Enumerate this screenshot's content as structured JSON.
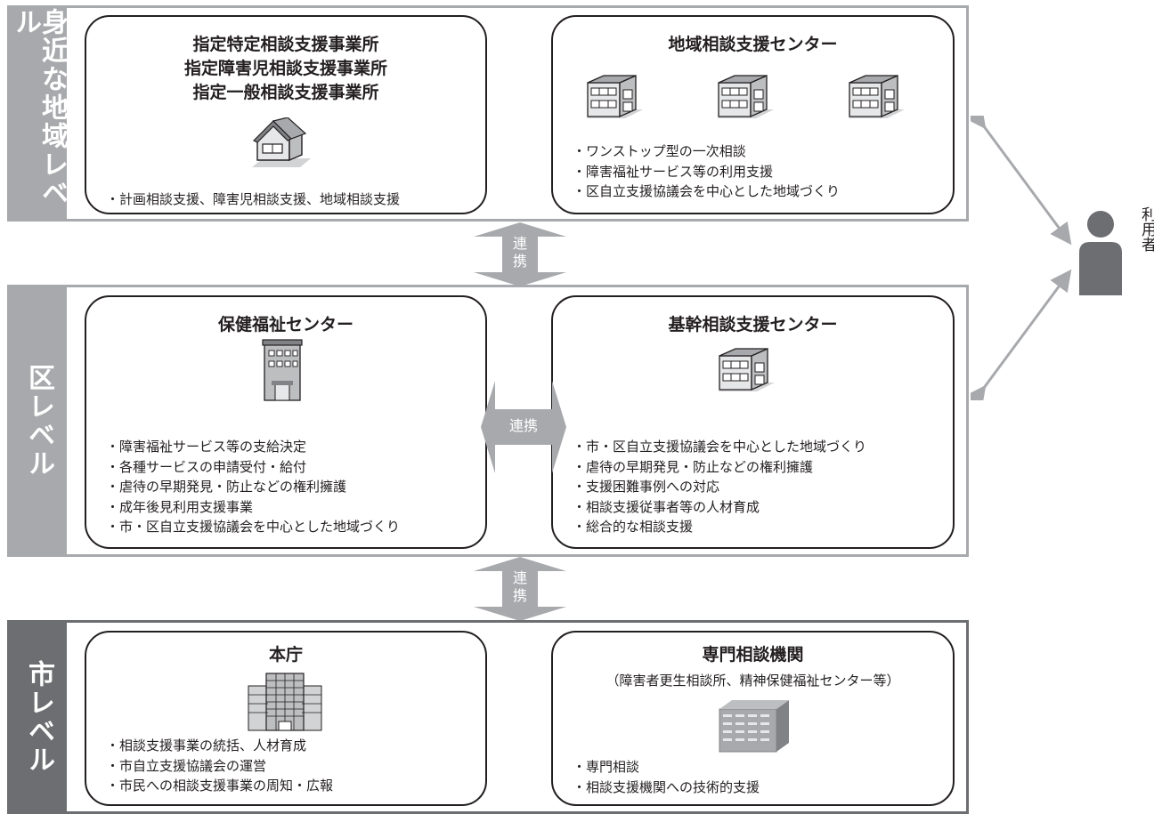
{
  "levels": {
    "local": {
      "tab": "身近な地域レベル",
      "left_box": {
        "titles": [
          "指定特定相談支援事業所",
          "指定障害児相談支援事業所",
          "指定一般相談支援事業所"
        ],
        "items": [
          "計画相談支援、障害児相談支援、地域相談支援"
        ],
        "icon": "house-icon"
      },
      "right_box": {
        "title": "地域相談支援センター",
        "items": [
          "ワンストップ型の一次相談",
          "障害福祉サービス等の利用支援",
          "区自立支援協議会を中心とした地域づくり"
        ],
        "icon": "building-icon"
      }
    },
    "ward": {
      "tab": "区レベル",
      "left_box": {
        "title": "保健福祉センター",
        "items": [
          "障害福祉サービス等の支給決定",
          "各種サービスの申請受付・給付",
          "虐待の早期発見・防止などの権利擁護",
          "成年後見利用支援事業",
          "市・区自立支援協議会を中心とした地域づくり"
        ],
        "icon": "office-building-icon"
      },
      "right_box": {
        "title": "基幹相談支援センター",
        "items": [
          "市・区自立支援協議会を中心とした地域づくり",
          "虐待の早期発見・防止などの権利擁護",
          "支援困難事例への対応",
          "相談支援従事者等の人材育成",
          "総合的な相談支援"
        ],
        "icon": "building-icon"
      },
      "middle_arrow": "連携"
    },
    "city": {
      "tab": "市レベル",
      "left_box": {
        "title": "本庁",
        "items": [
          "相談支援事業の統括、人材育成",
          "市自立支援協議会の運営",
          "市民への相談支援事業の周知・広報"
        ],
        "icon": "city-hall-icon"
      },
      "right_box": {
        "title": "専門相談機関",
        "subtitle": "（障害者更生相談所、精神保健福祉センター等）",
        "items": [
          "専門相談",
          "相談支援機関への技術的支援"
        ],
        "icon": "tall-building-icon"
      }
    }
  },
  "links": {
    "top": "連携",
    "bottom": "連携"
  },
  "user": {
    "label": "利用者",
    "icon": "person-icon"
  },
  "colors": {
    "light_gray": "#a7a9ac",
    "dark_gray": "#6d6e71",
    "text": "#231f20",
    "arrow": "#a7a9ac"
  }
}
